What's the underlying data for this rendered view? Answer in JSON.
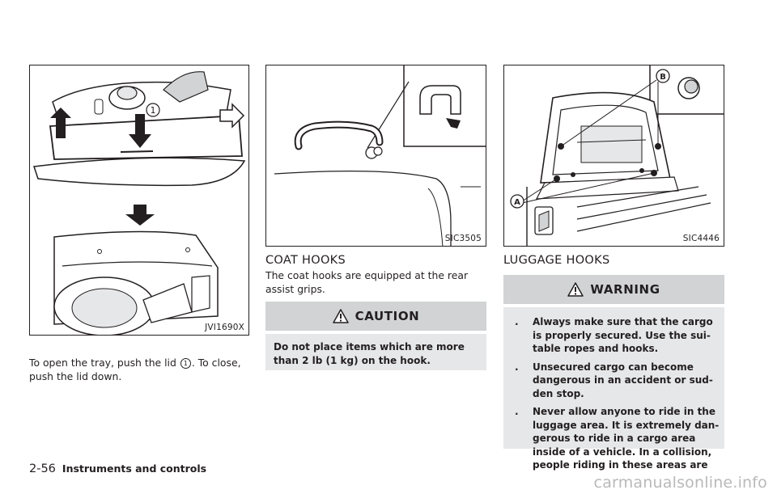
{
  "figures": {
    "fig1_code": "JVI1690X",
    "fig1_callout": "1",
    "fig2_code": "SIC3505",
    "fig3_code": "SIC4446",
    "fig3_callout_a": "A",
    "fig3_callout_b": "B"
  },
  "col1": {
    "text_before": "To open the tray, push the lid ",
    "callout": "1",
    "text_after": ". To close, push the lid down."
  },
  "col2": {
    "heading": "COAT HOOKS",
    "text": "The coat hooks are equipped at the rear assist grips.",
    "caution_title": "CAUTION",
    "caution_text": "Do not place items which are more than 2 lb (1 kg) on the hook."
  },
  "col3": {
    "heading": "LUGGAGE HOOKS",
    "warning_title": "WARNING",
    "bullet_marker": ".",
    "bullets": [
      "Always make sure that the cargo is properly secured. Use the sui-table ropes and hooks.",
      "Unsecured cargo can become dangerous in an accident or sud-den stop.",
      "Never allow anyone to ride in the luggage area. It is extremely dan-gerous to ride in a cargo area inside of a vehicle. In a collision, people riding in these areas are"
    ]
  },
  "footer": {
    "page_number": "2-56",
    "section": "Instruments and controls"
  },
  "watermark": "carmanualsonline.info"
}
